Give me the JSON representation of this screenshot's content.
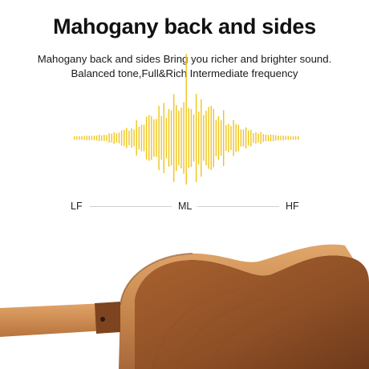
{
  "heading": "Mahogany back and sides",
  "description": {
    "line1": "Mahogany back and sides Bring you richer and brighter sound.",
    "line2": "Balanced tone,Full&Rich Intermediate frequency"
  },
  "frequency_scale": {
    "low": "LF",
    "mid": "ML",
    "high": "HF"
  },
  "colors": {
    "waveform": "#f0c419",
    "wood_light": "#d3955b",
    "wood_dark": "#8a4c24",
    "text": "#111111"
  }
}
